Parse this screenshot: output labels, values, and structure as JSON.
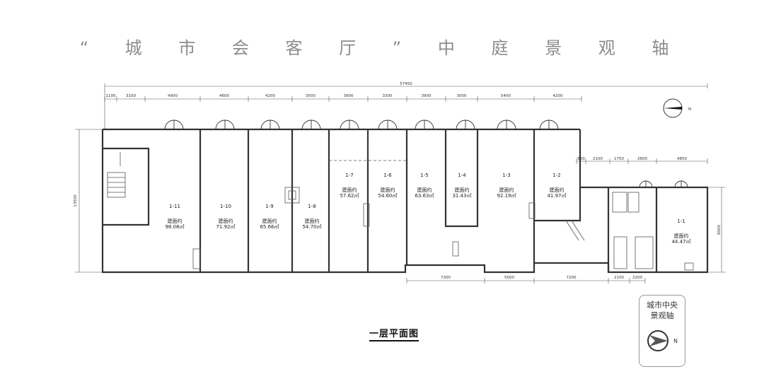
{
  "headline": "“ 城 市 会 客 厅 ” 中 庭 景 观 轴",
  "plan_caption": "一层平面图",
  "legend": {
    "line1": "城市中央",
    "line2": "景观轴",
    "north_letter": "N"
  },
  "compass_letter": "N",
  "dimensions": {
    "total": "57450",
    "top": [
      "1100",
      "3100",
      "4900",
      "4600",
      "4200",
      "3500",
      "3900",
      "3300",
      "3900",
      "3000",
      "5400",
      "4200"
    ],
    "right_top": [
      "850",
      "2100",
      "1750",
      "2600",
      "4850"
    ],
    "bottom": [
      "7300",
      "5000",
      "7200",
      "2100",
      "2200"
    ],
    "left_height": "13500",
    "right_height": "8000"
  },
  "units": [
    {
      "id": "1-11",
      "area_label": "建面约",
      "area": "98.08㎡"
    },
    {
      "id": "1-10",
      "area_label": "建面约",
      "area": "71.92㎡"
    },
    {
      "id": "1-9",
      "area_label": "建面约",
      "area": "65.66㎡"
    },
    {
      "id": "1-8",
      "area_label": "建面约",
      "area": "54.70㎡"
    },
    {
      "id": "1-7",
      "area_label": "建面约",
      "area": "57.62㎡"
    },
    {
      "id": "1-6",
      "area_label": "建面约",
      "area": "54.60㎡"
    },
    {
      "id": "1-5",
      "area_label": "建面约",
      "area": "63.63㎡"
    },
    {
      "id": "1-4",
      "area_label": "建面约",
      "area": "31.43㎡"
    },
    {
      "id": "1-3",
      "area_label": "建面约",
      "area": "92.19㎡"
    },
    {
      "id": "1-2",
      "area_label": "建面约",
      "area": "41.97㎡"
    },
    {
      "id": "1-1",
      "area_label": "建面约",
      "area": "44.47㎡"
    }
  ],
  "colors": {
    "wall": "#333333",
    "headline": "#8c8c8c",
    "dim_line": "#555555"
  }
}
